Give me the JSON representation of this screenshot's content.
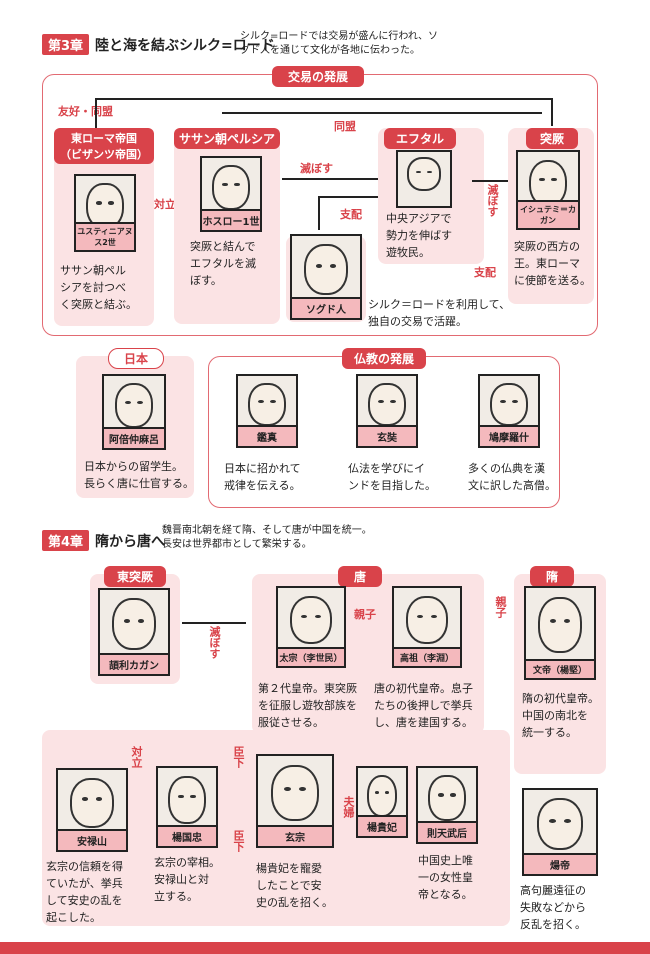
{
  "ch3": {
    "tag": "第3章",
    "title": "陸と海を結ぶシルク=ロード",
    "intro_1": "シルク=ロードでは交易が盛んに行われ、ソ",
    "intro_2": "グド人を通じて文化が各地に伝わった。",
    "trade_title": "交易の発展",
    "friend_label": "友好・同盟",
    "alliance_label": "同盟",
    "byz_label_1": "東ローマ帝国",
    "byz_label_2": "（ビザンツ帝国）",
    "sasan_label": "ササン朝ペルシア",
    "eftal_label": "エフタル",
    "turk_label": "突厥",
    "confront": "対立",
    "destroy1": "滅ぼす",
    "destroy2": "滅ぼす",
    "rule1": "支配",
    "rule2": "支配",
    "justinian": "ユスティニアヌス2世",
    "justinian_desc_1": "ササン朝ペル",
    "justinian_desc_2": "シアを討つべ",
    "justinian_desc_3": "く突厥と結ぶ。",
    "khosrow": "ホスロー1世",
    "khosrow_desc_1": "突厥と結んで",
    "khosrow_desc_2": "エフタルを滅",
    "khosrow_desc_3": "ぼす。",
    "eftal_desc_1": "中央アジアで",
    "eftal_desc_2": "勢力を伸ばす",
    "eftal_desc_3": "遊牧民。",
    "istemi": "イシュテミ＝カガン",
    "istemi_desc_1": "突厥の西方の",
    "istemi_desc_2": "王。東ローマ",
    "istemi_desc_3": "に使節を送る。",
    "sogd": "ソグド人",
    "sogd_desc_1": "シルク＝ロードを利用して、",
    "sogd_desc_2": "独自の交易で活躍。",
    "japan_label": "日本",
    "abe": "阿倍仲麻呂",
    "abe_desc_1": "日本からの留学生。",
    "abe_desc_2": "長らく唐に仕官する。",
    "buddhism_label": "仏教の発展",
    "ganjin": "鑑真",
    "ganjin_desc_1": "日本に招かれて",
    "ganjin_desc_2": "戒律を伝える。",
    "xuanzang": "玄奘",
    "xuanzang_desc_1": "仏法を学びにイ",
    "xuanzang_desc_2": "ンドを目指した。",
    "kumarajiva": "鳩摩羅什",
    "kumarajiva_desc_1": "多くの仏典を漢",
    "kumarajiva_desc_2": "文に訳した高僧。"
  },
  "ch4": {
    "tag": "第4章",
    "title": "隋から唐へ",
    "intro_1": "魏晋南北朝を経て隋、そして唐が中国を統一。",
    "intro_2": "長安は世界都市として繁栄する。",
    "east_turk_label": "東突厥",
    "illig": "頡利カガン",
    "destroy": "滅ぼす",
    "tang_label": "唐",
    "sui_label": "隋",
    "parent_child1": "親子",
    "parent_child2": "親子",
    "taizong": "太宗（李世民）",
    "taizong_desc_1": "第２代皇帝。東突厥",
    "taizong_desc_2": "を征服し遊牧部族を",
    "taizong_desc_3": "服従させる。",
    "gaozu": "高祖（李淵）",
    "gaozu_desc_1": "唐の初代皇帝。息子",
    "gaozu_desc_2": "たちの後押しで挙兵",
    "gaozu_desc_3": "し、唐を建国する。",
    "wendi": "文帝（楊堅）",
    "wendi_desc_1": "隋の初代皇帝。",
    "wendi_desc_2": "中国の南北を",
    "wendi_desc_3": "統一する。",
    "confront": "対立",
    "vassal1": "臣下",
    "vassal2": "臣下",
    "couple": "夫婦",
    "anlushan": "安禄山",
    "anlushan_desc_1": "玄宗の信頼を得",
    "anlushan_desc_2": "ていたが、挙兵",
    "anlushan_desc_3": "して安史の乱を",
    "anlushan_desc_4": "起こした。",
    "yang": "楊国忠",
    "yang_desc_1": "玄宗の宰相。",
    "yang_desc_2": "安禄山と対",
    "yang_desc_3": "立する。",
    "xuanzong": "玄宗",
    "xuanzong_desc_1": "楊貴妃を寵愛",
    "xuanzong_desc_2": "したことで安",
    "xuanzong_desc_3": "史の乱を招く。",
    "yangguifei": "楊貴妃",
    "wuzetian": "則天武后",
    "wuzetian_desc_1": "中国史上唯",
    "wuzetian_desc_2": "一の女性皇",
    "wuzetian_desc_3": "帝となる。",
    "yangdi": "煬帝",
    "yangdi_desc_1": "高句麗遠征の",
    "yangdi_desc_2": "失敗などから",
    "yangdi_desc_3": "反乱を招く。"
  }
}
